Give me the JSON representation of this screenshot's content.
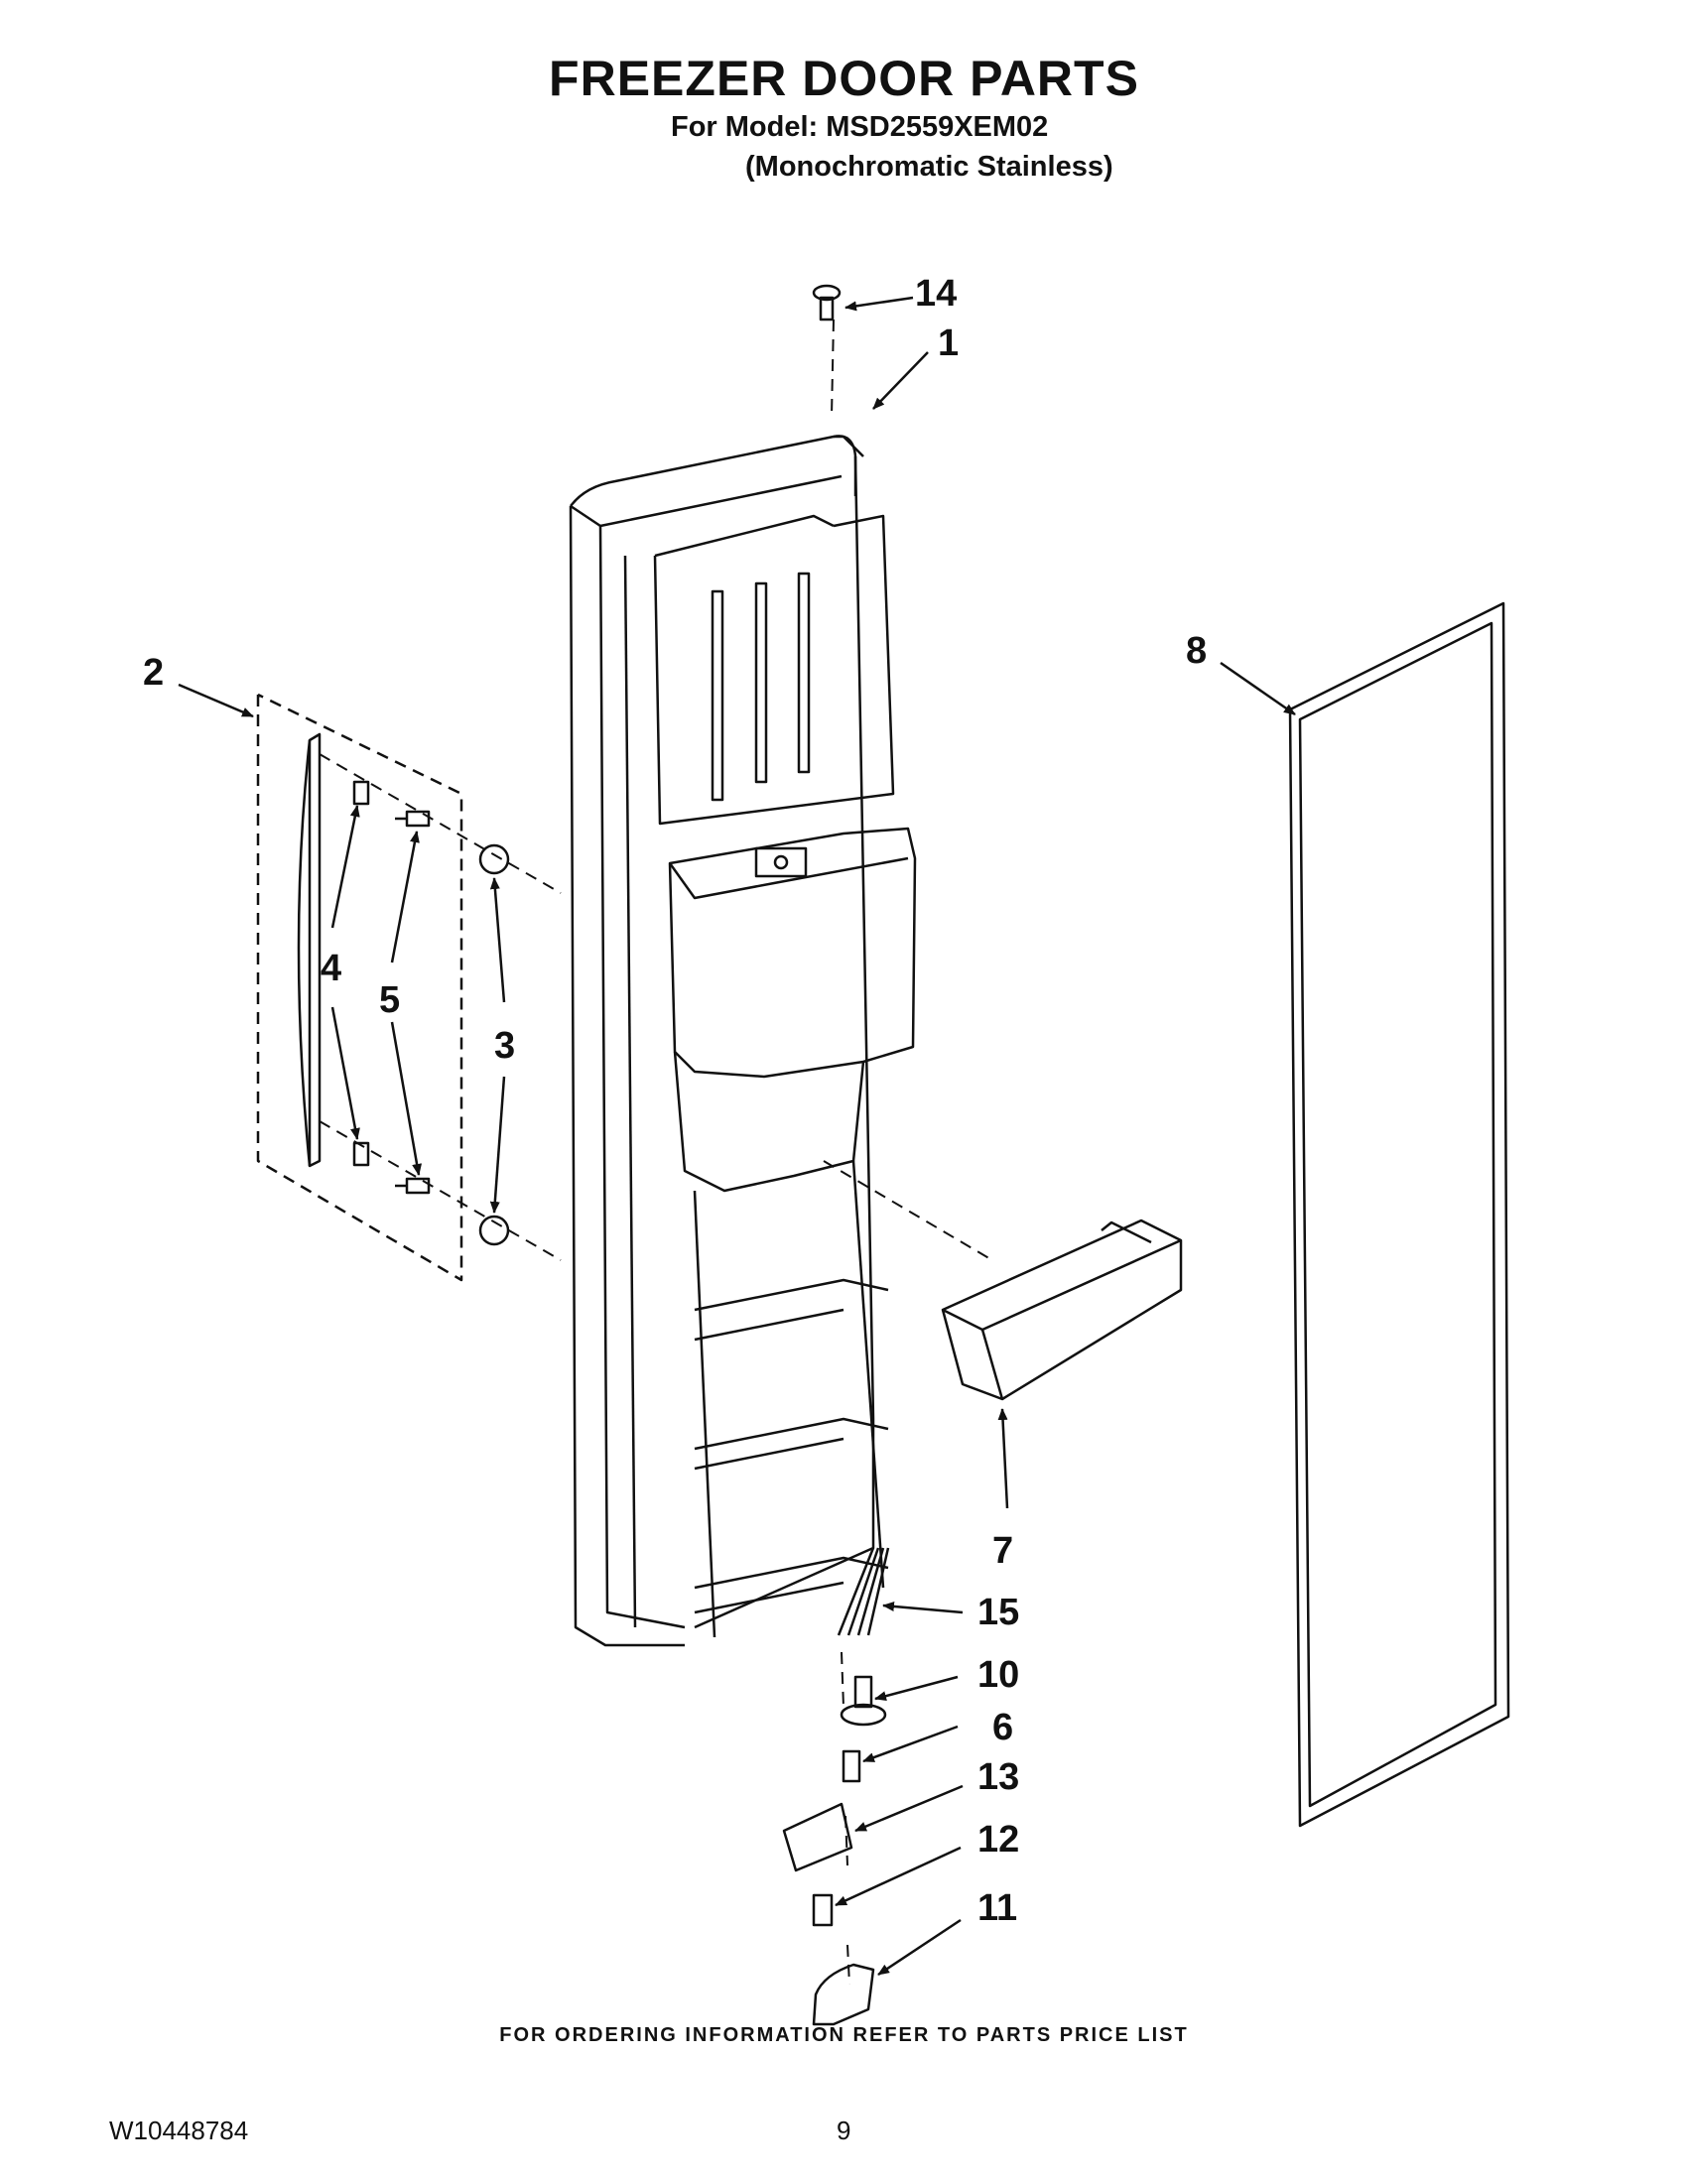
{
  "header": {
    "title": "FREEZER DOOR PARTS",
    "model_line": "For Model: MSD2559XEM02",
    "finish_line": "(Monochromatic Stainless)"
  },
  "callouts": [
    "14",
    "1",
    "2",
    "8",
    "4",
    "5",
    "3",
    "7",
    "15",
    "10",
    "6",
    "13",
    "12",
    "11"
  ],
  "footer": {
    "ordering_note": "FOR ORDERING INFORMATION REFER TO PARTS PRICE LIST",
    "document_number": "W10448784",
    "page_number": "9"
  }
}
